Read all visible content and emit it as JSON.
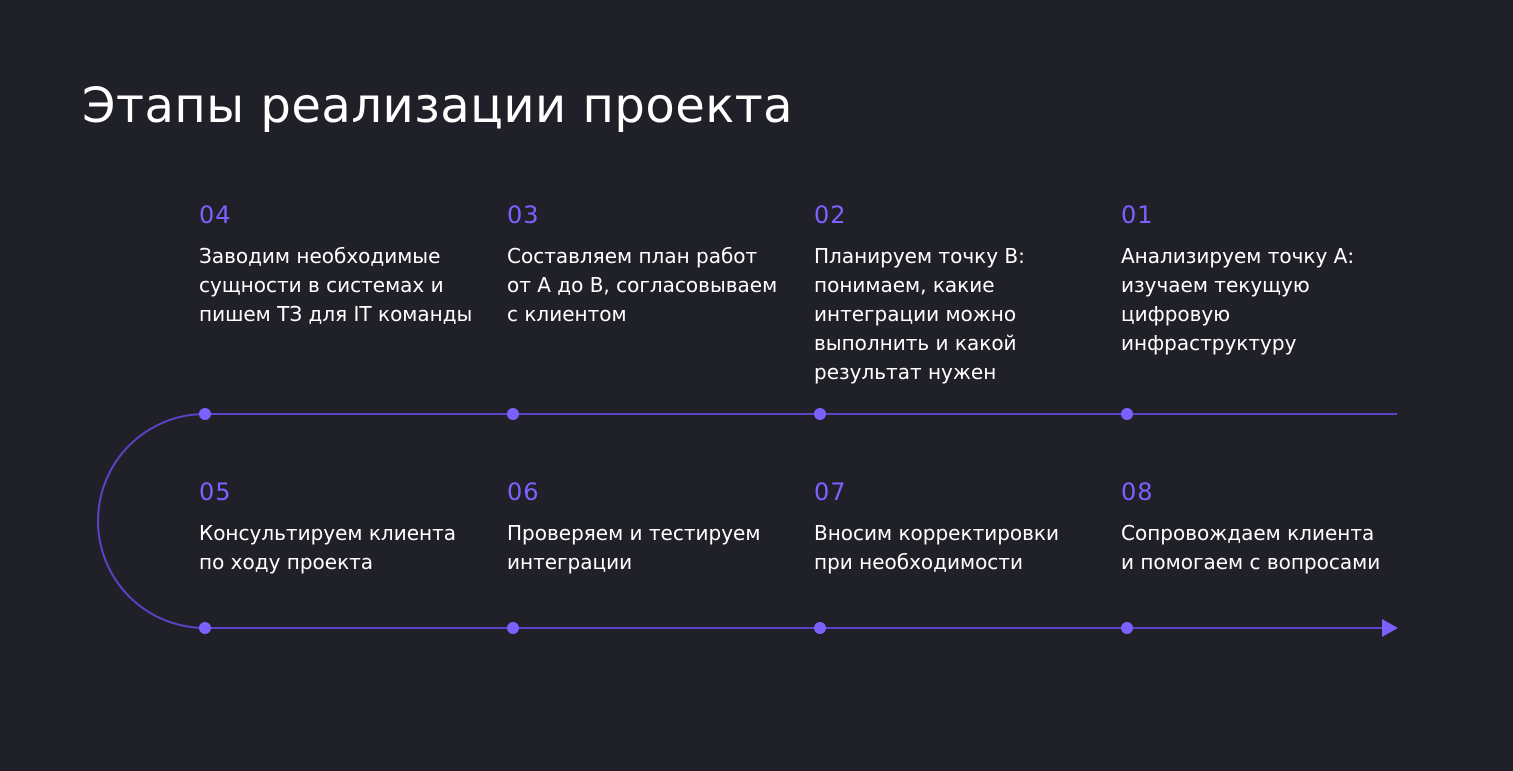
{
  "title": "Этапы реализации проекта",
  "colors": {
    "background": "#202028",
    "accent": "#7b61ff",
    "line": "#5a44c8",
    "text": "#ffffff"
  },
  "steps_top": [
    {
      "num": "04",
      "text": "Заводим необходимые\nсущности в системах и\nпишем ТЗ для IT команды"
    },
    {
      "num": "03",
      "text": "Составляем план работ\nот А до В, согласовываем\nс клиентом"
    },
    {
      "num": "02",
      "text": "Планируем точку В:\nпонимаем, какие\nинтеграции можно\nвыполнить и какой\nрезультат нужен"
    },
    {
      "num": "01",
      "text": "Анализируем точку А:\nизучаем текущую\nцифровую\nинфраструктуру"
    }
  ],
  "steps_bottom": [
    {
      "num": "05",
      "text": "Консультируем клиента\nпо ходу проекта"
    },
    {
      "num": "06",
      "text": "Проверяем и тестируем\nинтеграции"
    },
    {
      "num": "07",
      "text": "Вносим корректировки\nпри необходимости"
    },
    {
      "num": "08",
      "text": "Сопровождаем клиента\nи помогаем с вопросами"
    }
  ]
}
